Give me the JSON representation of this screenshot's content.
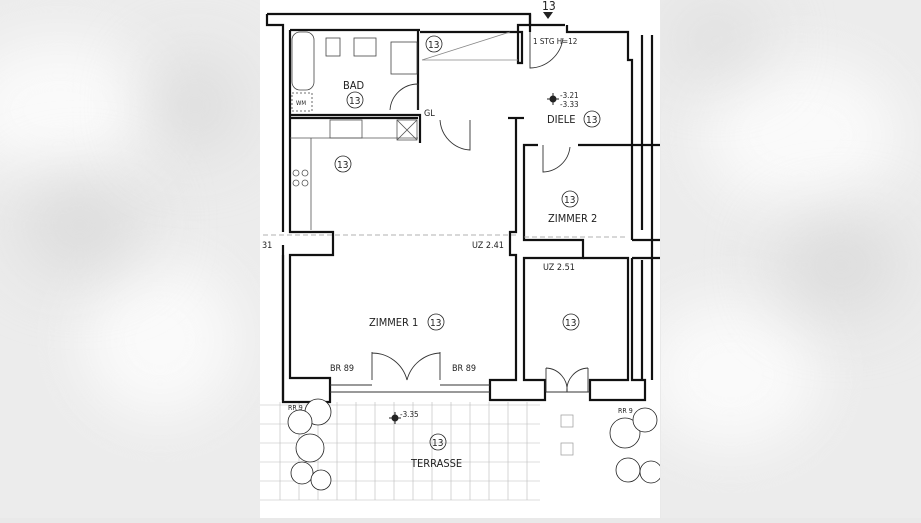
{
  "floor_plan": {
    "stair_marker": "13",
    "stair_note": "1 STG H=12",
    "rooms": {
      "bad": {
        "name": "BAD",
        "number": "13",
        "wm": "WM"
      },
      "shaft": {
        "number": "13"
      },
      "gl": "GL",
      "diele": {
        "name": "DIELE",
        "number": "13",
        "level_top": "-3.21",
        "level_bottom": "-3.33"
      },
      "kitchen": {
        "number": "13"
      },
      "zimmer2": {
        "name": "ZIMMER 2",
        "number": "13"
      },
      "uz1": "UZ 2.41",
      "uz2": "UZ 2.51",
      "left_cut": "31",
      "zimmer1": {
        "name": "ZIMMER 1",
        "number": "13"
      },
      "zimmer3": {
        "number": "13"
      },
      "br_left": "BR 89",
      "br_right": "BR 89",
      "terrasse": {
        "name": "TERRASSE",
        "number": "13",
        "level": "-3.35"
      },
      "rr_left": "RR 9",
      "rr_right": "RR 9"
    }
  }
}
